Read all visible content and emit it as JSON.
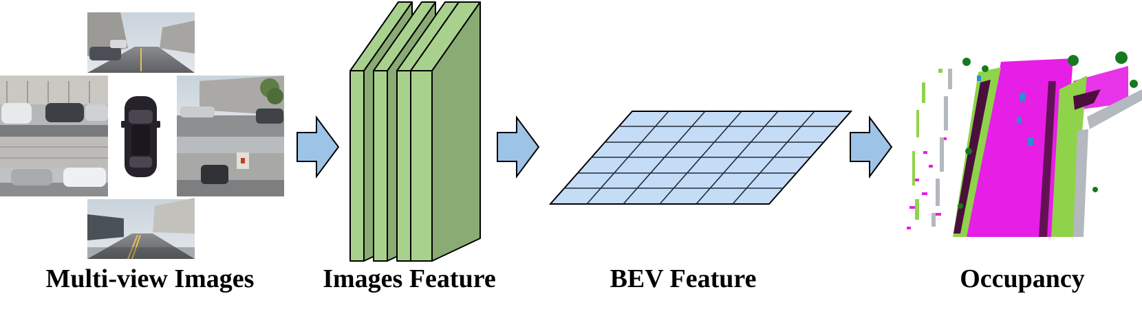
{
  "captions": {
    "multiview": "Multi-view Images",
    "images_feature": "Images Feature",
    "bev_feature": "BEV Feature",
    "occupancy": "Occupancy"
  },
  "colors": {
    "arrow_fill": "#9dc3e6",
    "feature_front": "#a9d18e",
    "feature_side": "#8aab73",
    "bev_cell": "#c5dcf7",
    "occ_magenta": "#e61ee6",
    "occ_lightgreen": "#8fd34a",
    "occ_darkgreen": "#157a1e",
    "occ_purple": "#4b0f3c",
    "occ_gray": "#b4b8bf",
    "occ_blue": "#2c8fd0"
  },
  "icons": [
    "right-arrow-icon",
    "car-icon"
  ]
}
